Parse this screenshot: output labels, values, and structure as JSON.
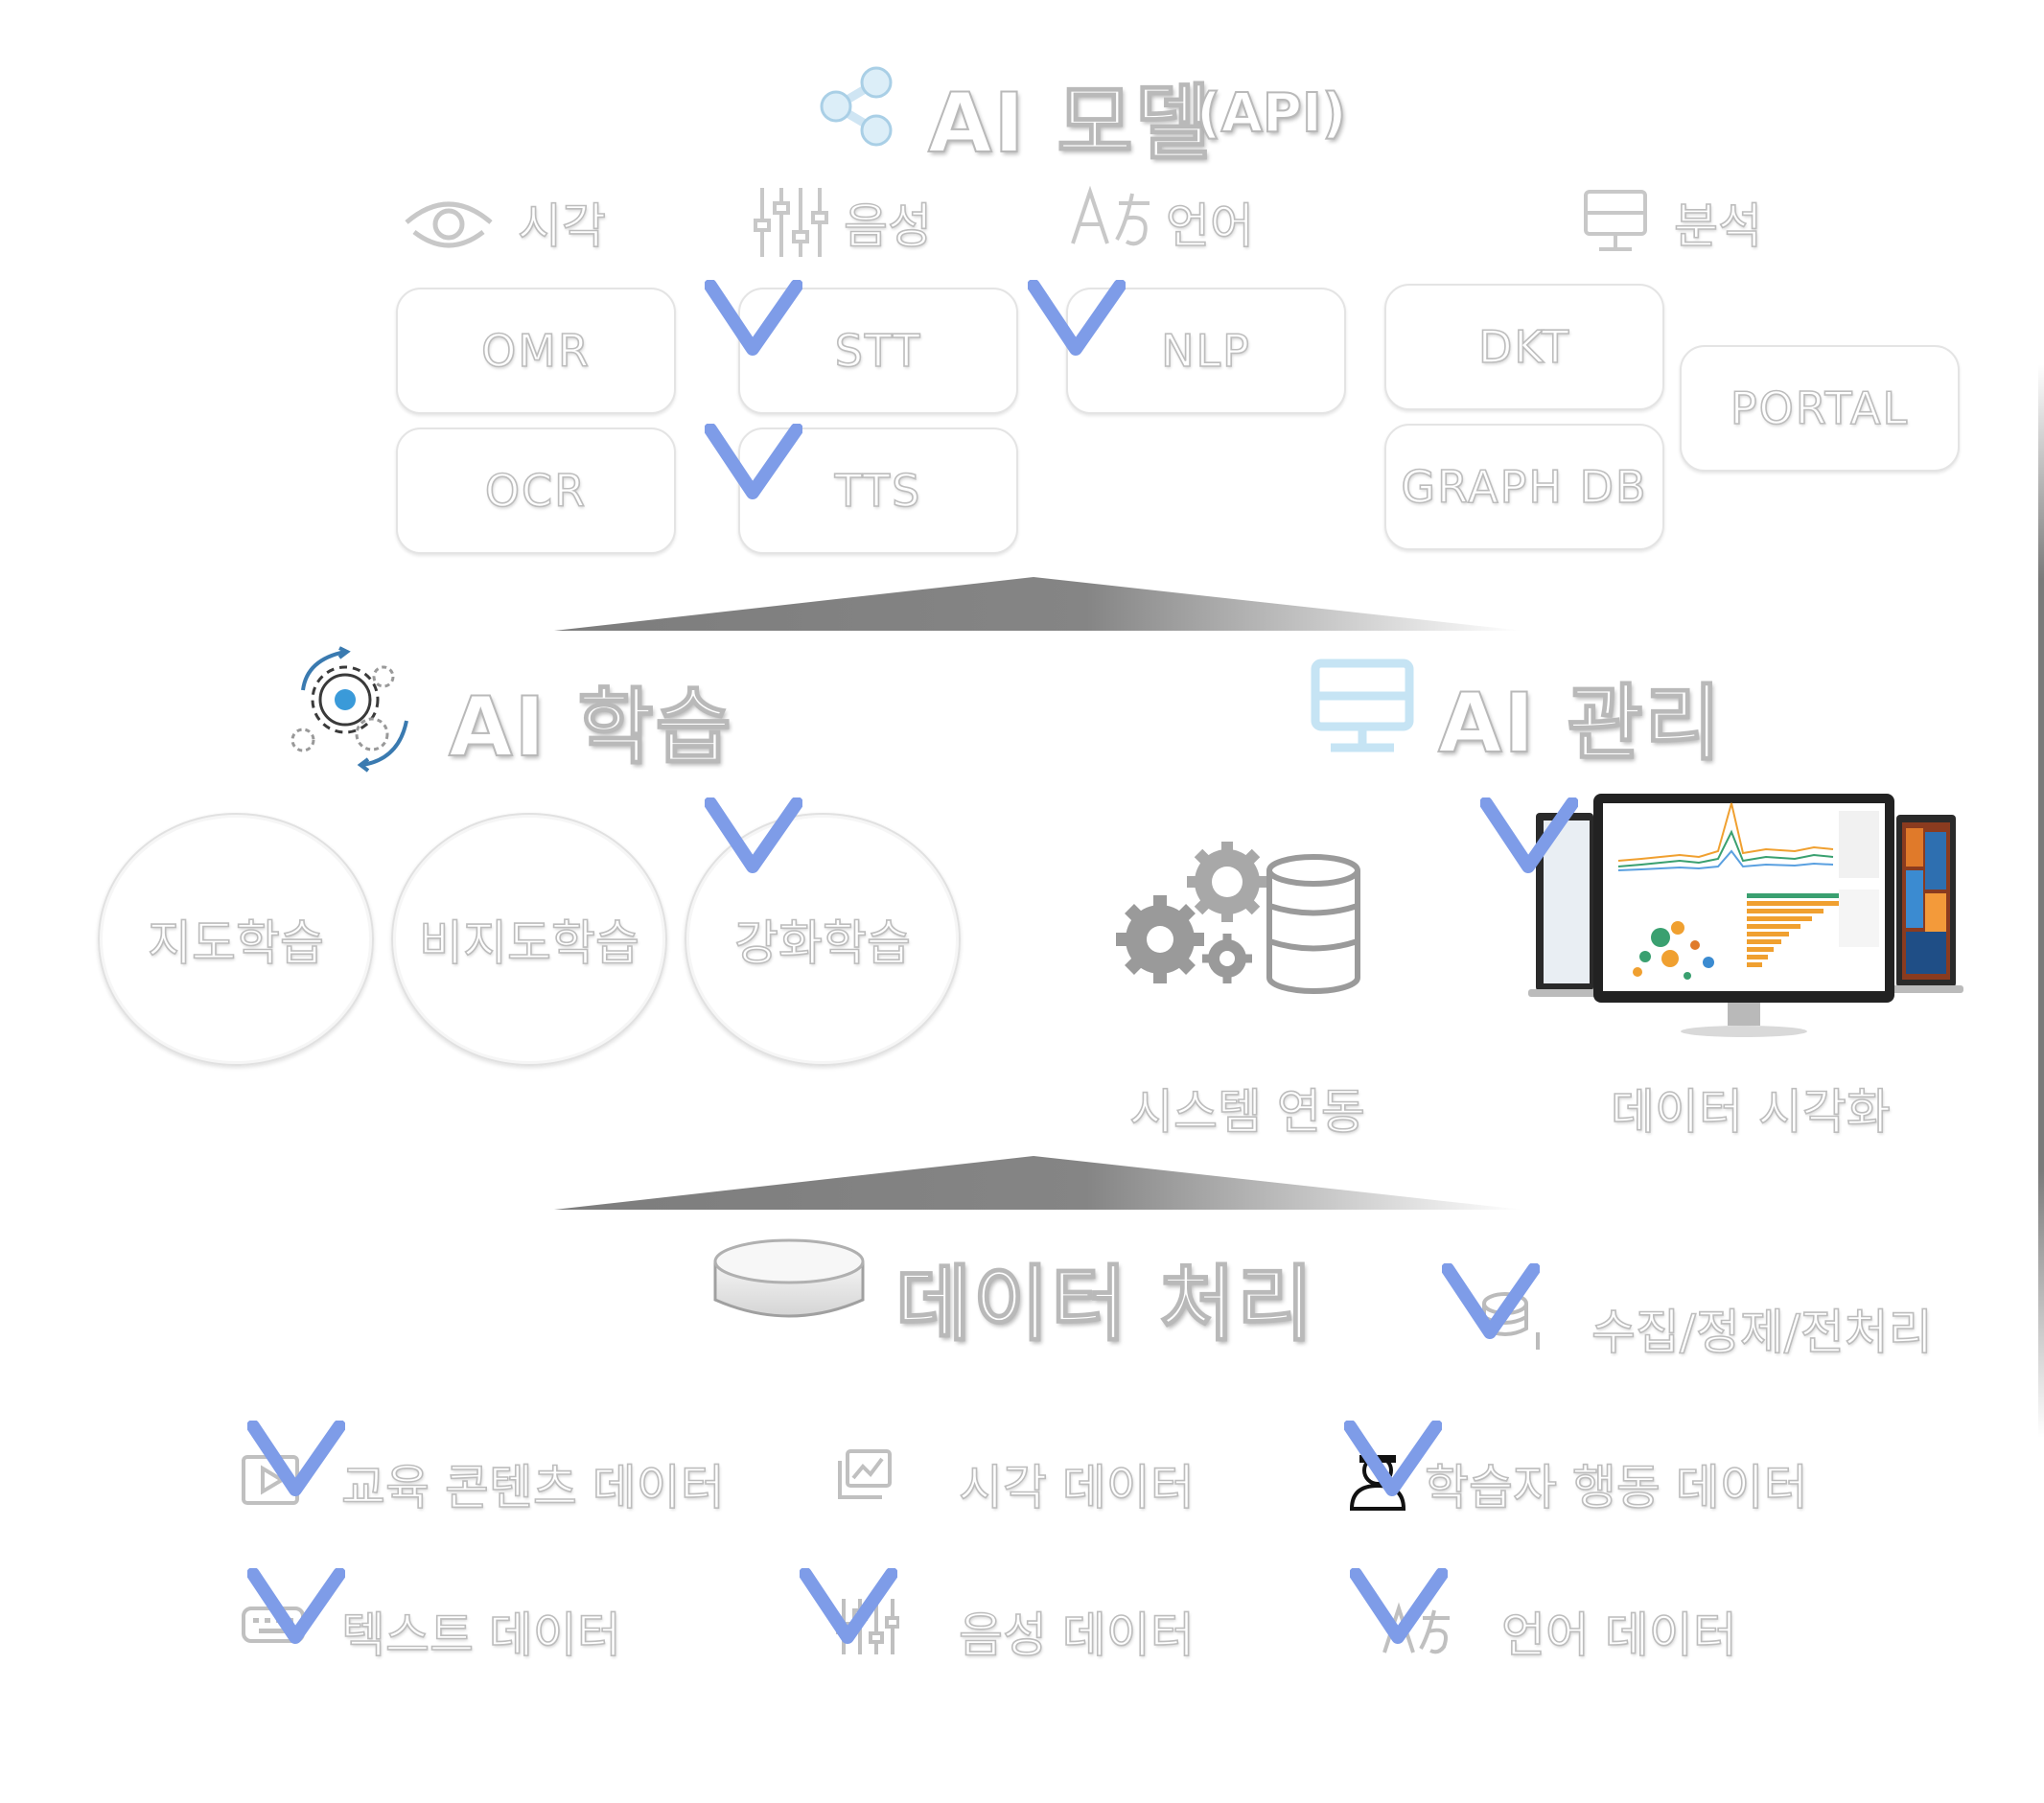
{
  "model": {
    "title": "AI 모델",
    "title_suffix": "(API)",
    "categories": [
      {
        "label": "시각",
        "icon": "eye-icon"
      },
      {
        "label": "음성",
        "icon": "equalizer-icon"
      },
      {
        "label": "언어",
        "icon": "translate-icon"
      },
      {
        "label": "분석",
        "icon": "monitor-icon"
      }
    ],
    "boxes": [
      "OMR",
      "OCR",
      "STT",
      "TTS",
      "NLP",
      "DKT",
      "GRAPH DB",
      "PORTAL"
    ]
  },
  "learning": {
    "title": "AI 학습",
    "circles": [
      "지도학습",
      "비지도학습",
      "강화학습"
    ]
  },
  "management": {
    "title": "AI 관리",
    "items": [
      "시스템 연동",
      "데이터 시각화"
    ]
  },
  "data": {
    "title": "데이터 처리",
    "process": "수집/정제/전처리",
    "items": [
      {
        "label": "교육 콘텐츠 데이터",
        "icon": "play-video-icon"
      },
      {
        "label": "시각 데이터",
        "icon": "image-chart-icon"
      },
      {
        "label": "학습자 행동 데이터",
        "icon": "learner-icon"
      },
      {
        "label": "텍스트 데이터",
        "icon": "keyboard-icon"
      },
      {
        "label": "음성 데이터",
        "icon": "equalizer-icon"
      },
      {
        "label": "언어 데이터",
        "icon": "translate-icon"
      }
    ]
  },
  "colors": {
    "check": "#7e9ce8",
    "outline": "#b9b9b9",
    "icon_blue": "#3a9ad9",
    "separator": "#8a8a8a"
  }
}
